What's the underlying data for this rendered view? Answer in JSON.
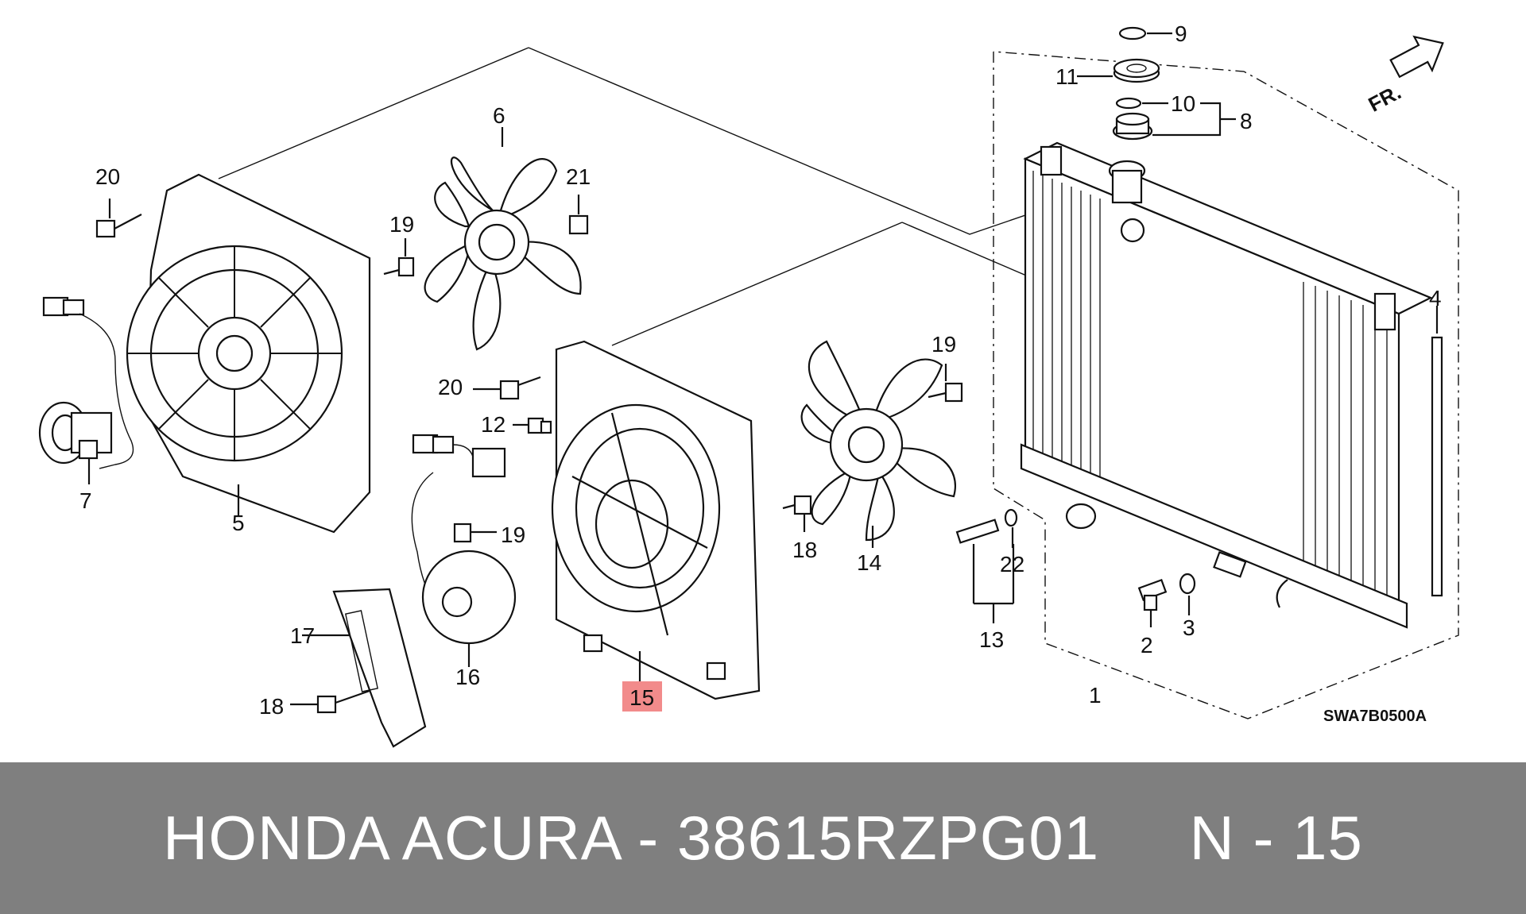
{
  "diagram": {
    "fr_label": "FR.",
    "diagram_code": "SWA7B0500A",
    "highlight_color": "#f28b8b",
    "callouts": {
      "c1": "1",
      "c2": "2",
      "c3": "3",
      "c4": "4",
      "c5": "5",
      "c6": "6",
      "c7": "7",
      "c8": "8",
      "c9": "9",
      "c10": "10",
      "c11": "11",
      "c12": "12",
      "c13": "13",
      "c14": "14",
      "c15": "15",
      "c16": "16",
      "c17": "17",
      "c18a": "18",
      "c18b": "18",
      "c19a": "19",
      "c19b": "19",
      "c19c": "19",
      "c20a": "20",
      "c20b": "20",
      "c21": "21",
      "c22": "22"
    }
  },
  "banner": {
    "text": "HONDA ACURA - 38615RZPG01     N - 15",
    "background": "#7f7f7f"
  }
}
